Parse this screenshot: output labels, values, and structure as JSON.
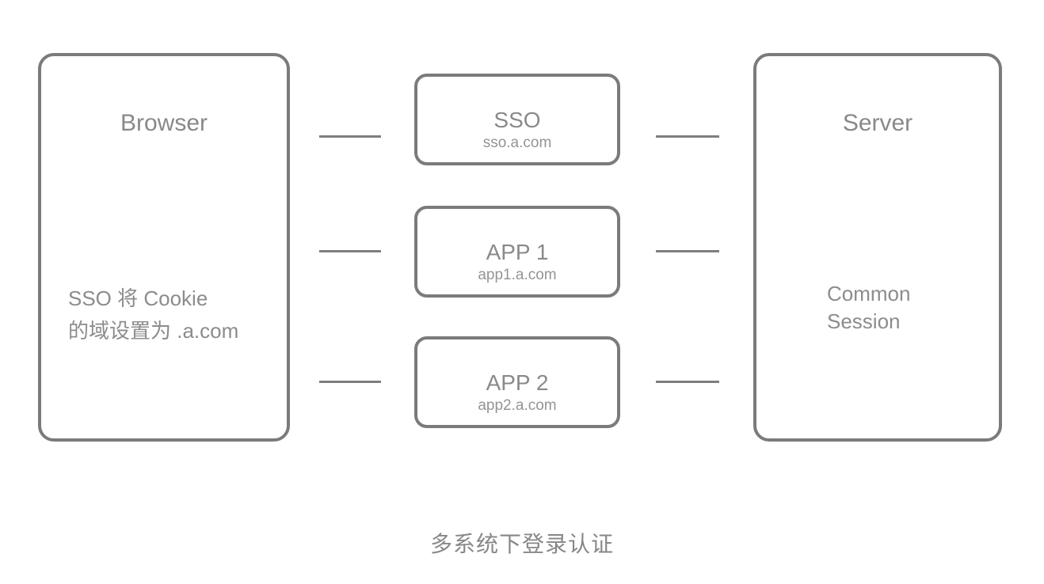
{
  "diagram": {
    "caption": "多系统下登录认证",
    "colors": {
      "background": "#ffffff",
      "border": "#7b7b7b",
      "text": "#898989"
    },
    "browser": {
      "title": "Browser",
      "note_line1": "SSO 将 Cookie",
      "note_line2": "的域设置为 .a.com"
    },
    "server": {
      "title": "Server",
      "note_line1": "Common",
      "note_line2": "Session"
    },
    "nodes": [
      {
        "title": "SSO",
        "domain": "sso.a.com"
      },
      {
        "title": "APP 1",
        "domain": "app1.a.com"
      },
      {
        "title": "APP 2",
        "domain": "app2.a.com"
      }
    ],
    "connections": [
      {
        "from": "Browser",
        "to": "SSO"
      },
      {
        "from": "Browser",
        "to": "APP 1"
      },
      {
        "from": "Browser",
        "to": "APP 2"
      },
      {
        "from": "SSO",
        "to": "Server"
      },
      {
        "from": "APP 1",
        "to": "Server"
      },
      {
        "from": "APP 2",
        "to": "Server"
      }
    ]
  }
}
